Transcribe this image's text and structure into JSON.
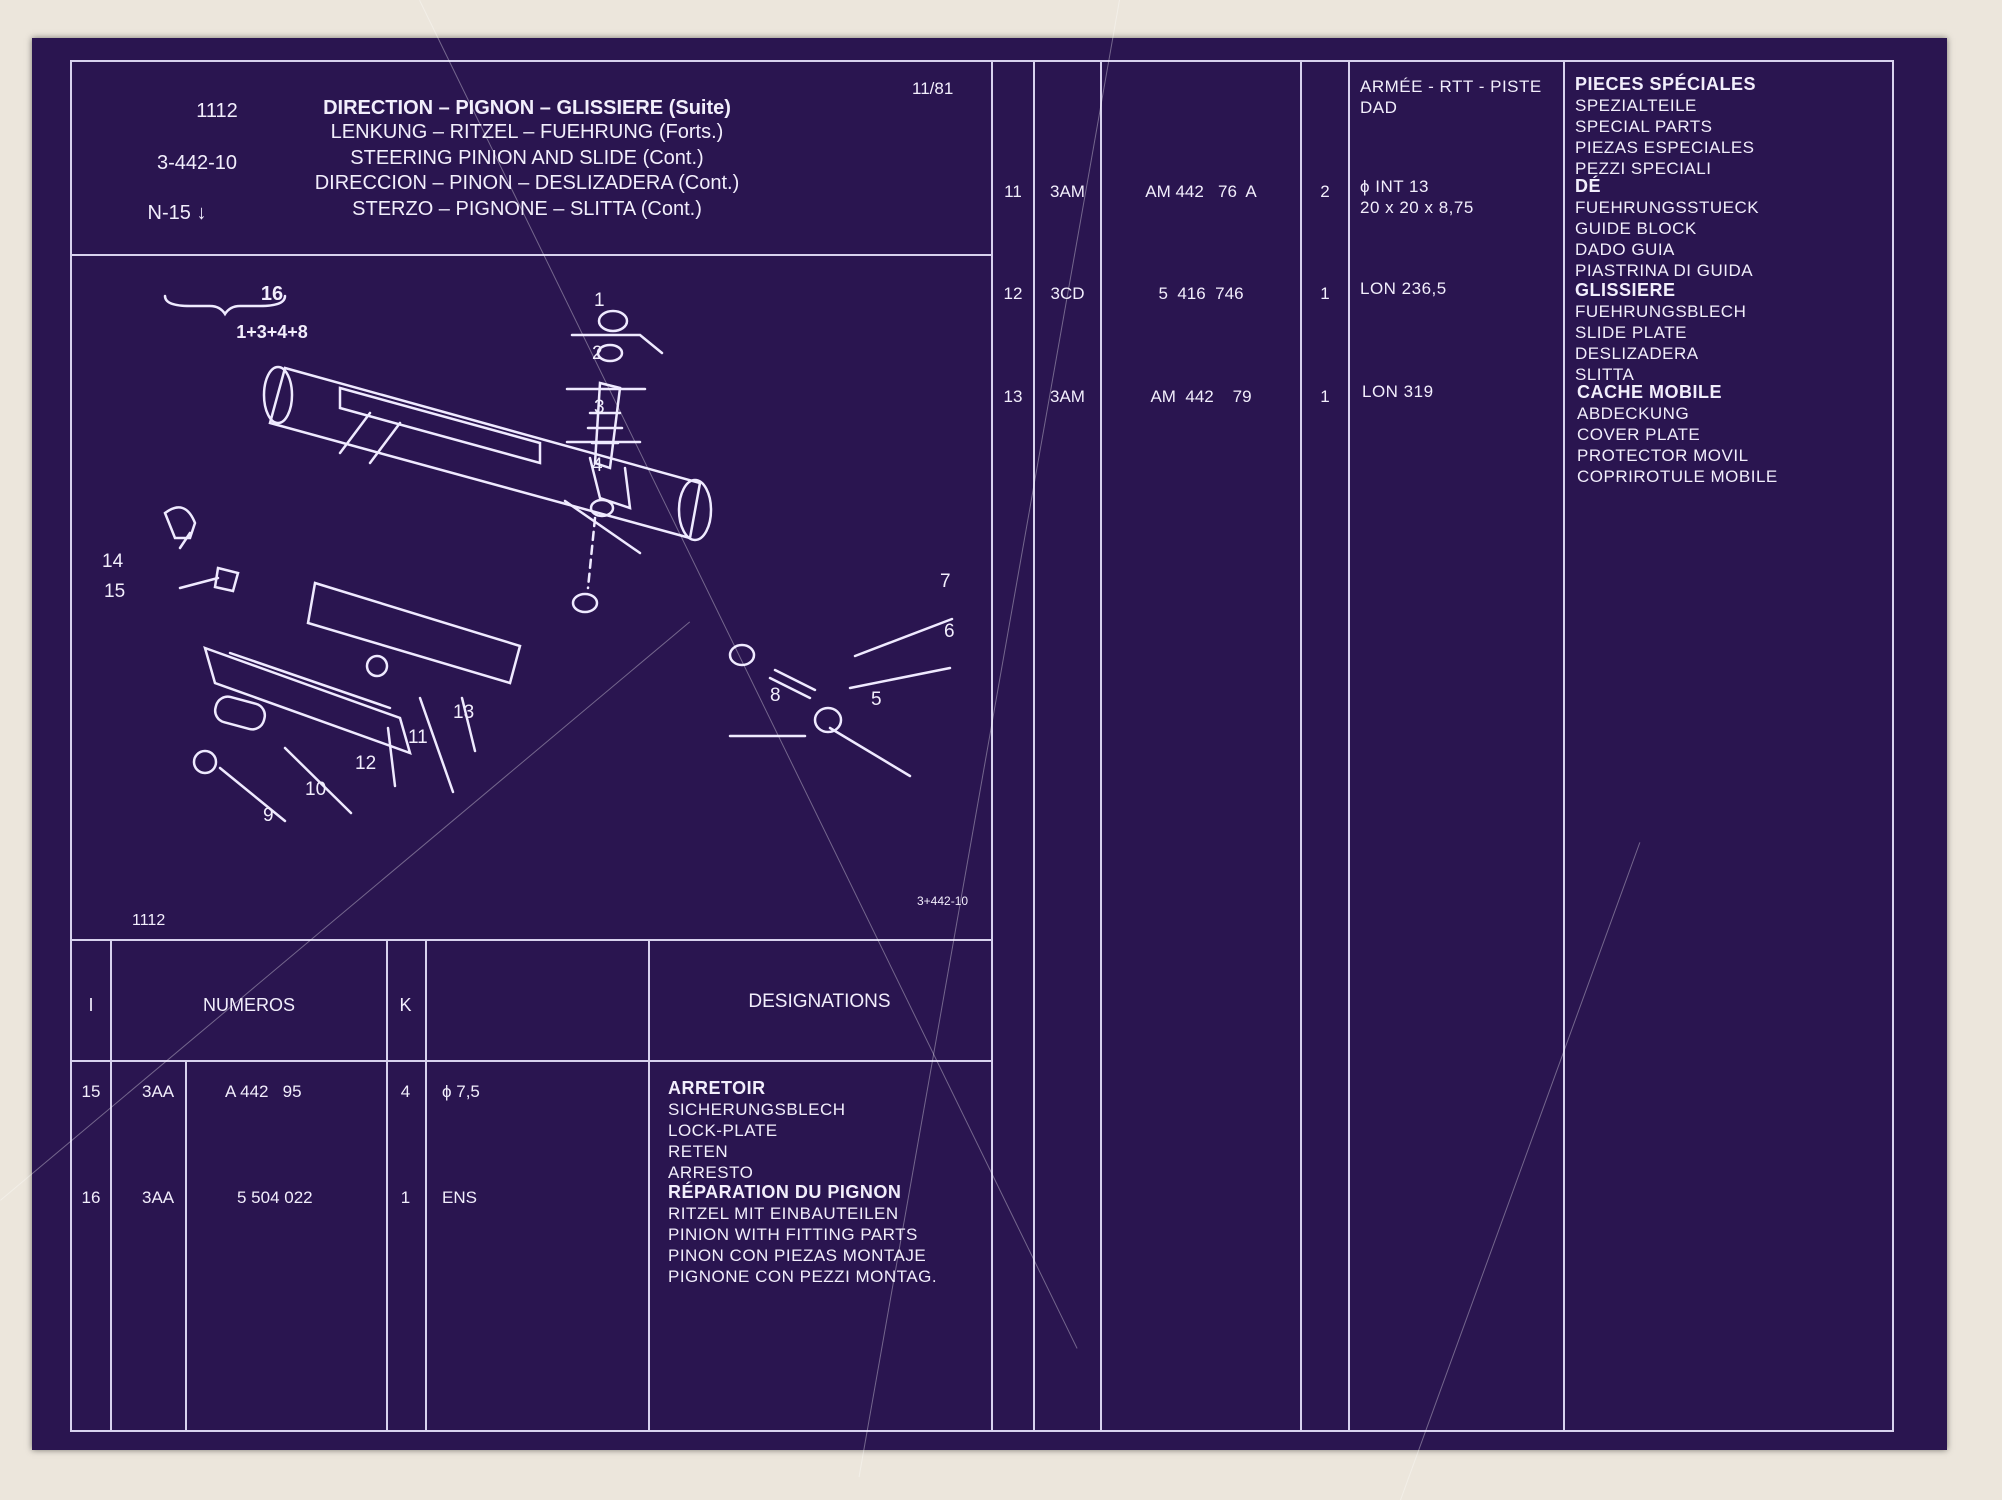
{
  "header": {
    "code": "1112",
    "ref": "3-442-10",
    "model": "N-15 ↓",
    "date": "11/81",
    "titles": [
      "DIRECTION – PIGNON – GLISSIERE (Suite)",
      "LENKUNG – RITZEL – FUEHRUNG (Forts.)",
      "STEERING PINION AND SLIDE (Cont.)",
      "DIRECCION – PINON – DESLIZADERA (Cont.)",
      "STERZO – PIGNONE – SLITTA (Cont.)"
    ]
  },
  "drawing": {
    "group_label": "16",
    "group_parts": "1+3+4+8",
    "footer_left": "1112",
    "footer_right": "3+442-10",
    "callouts": [
      "1",
      "2",
      "3",
      "4",
      "5",
      "6",
      "7",
      "8",
      "9",
      "10",
      "11",
      "12",
      "13",
      "14",
      "15"
    ]
  },
  "left_table": {
    "headers": {
      "i": "I",
      "numeros": "NUMEROS",
      "k": "K",
      "designations": "DESIGNATIONS"
    },
    "rows": [
      {
        "i": "15",
        "prefix": "3AA",
        "number": "A 442   95",
        "k": "4",
        "spec": "ϕ 7,5",
        "designations": [
          "ARRETOIR",
          "SICHERUNGSBLECH",
          "LOCK-PLATE",
          "RETEN",
          "ARRESTO"
        ]
      },
      {
        "i": "16",
        "prefix": "3AA",
        "number": "5 504 022",
        "k": "1",
        "spec": "ENS",
        "designations": [
          "RÉPARATION DU PIGNON",
          "RITZEL MIT EINBAUTEILEN",
          "PINION WITH FITTING PARTS",
          "PINON CON PIEZAS MONTAJE",
          "PIGNONE CON PEZZI MONTAG."
        ]
      }
    ]
  },
  "right_table": {
    "header_notes": [
      "ARMÉE - RTT - PISTE",
      "DAD"
    ],
    "header_designations": [
      "PIECES SPÉCIALES",
      "SPEZIALTEILE",
      "SPECIAL PARTS",
      "PIEZAS ESPECIALES",
      "PEZZI SPECIALI"
    ],
    "rows": [
      {
        "i": "11",
        "prefix": "3AM",
        "number": "AM 442   76  A",
        "k": "2",
        "spec": [
          "ϕ INT 13",
          "20 x 20 x 8,75"
        ],
        "designations": [
          "DÉ",
          "FUEHRUNGSSTUECK",
          "GUIDE BLOCK",
          "DADO GUIA",
          "PIASTRINA DI GUIDA"
        ]
      },
      {
        "i": "12",
        "prefix": "3CD",
        "number": "5  416  746",
        "k": "1",
        "spec": [
          "LON 236,5"
        ],
        "designations": [
          "GLISSIERE",
          "FUEHRUNGSBLECH",
          "SLIDE PLATE",
          "DESLIZADERA",
          "SLITTA"
        ]
      },
      {
        "i": "13",
        "prefix": "3AM",
        "number": "AM  442    79",
        "k": "1",
        "spec": [
          "LON 319"
        ],
        "designations": [
          "CACHE MOBILE",
          "ABDECKUNG",
          "COVER PLATE",
          "PROTECTOR MOVIL",
          "COPRIROTULE MOBILE"
        ]
      }
    ]
  }
}
